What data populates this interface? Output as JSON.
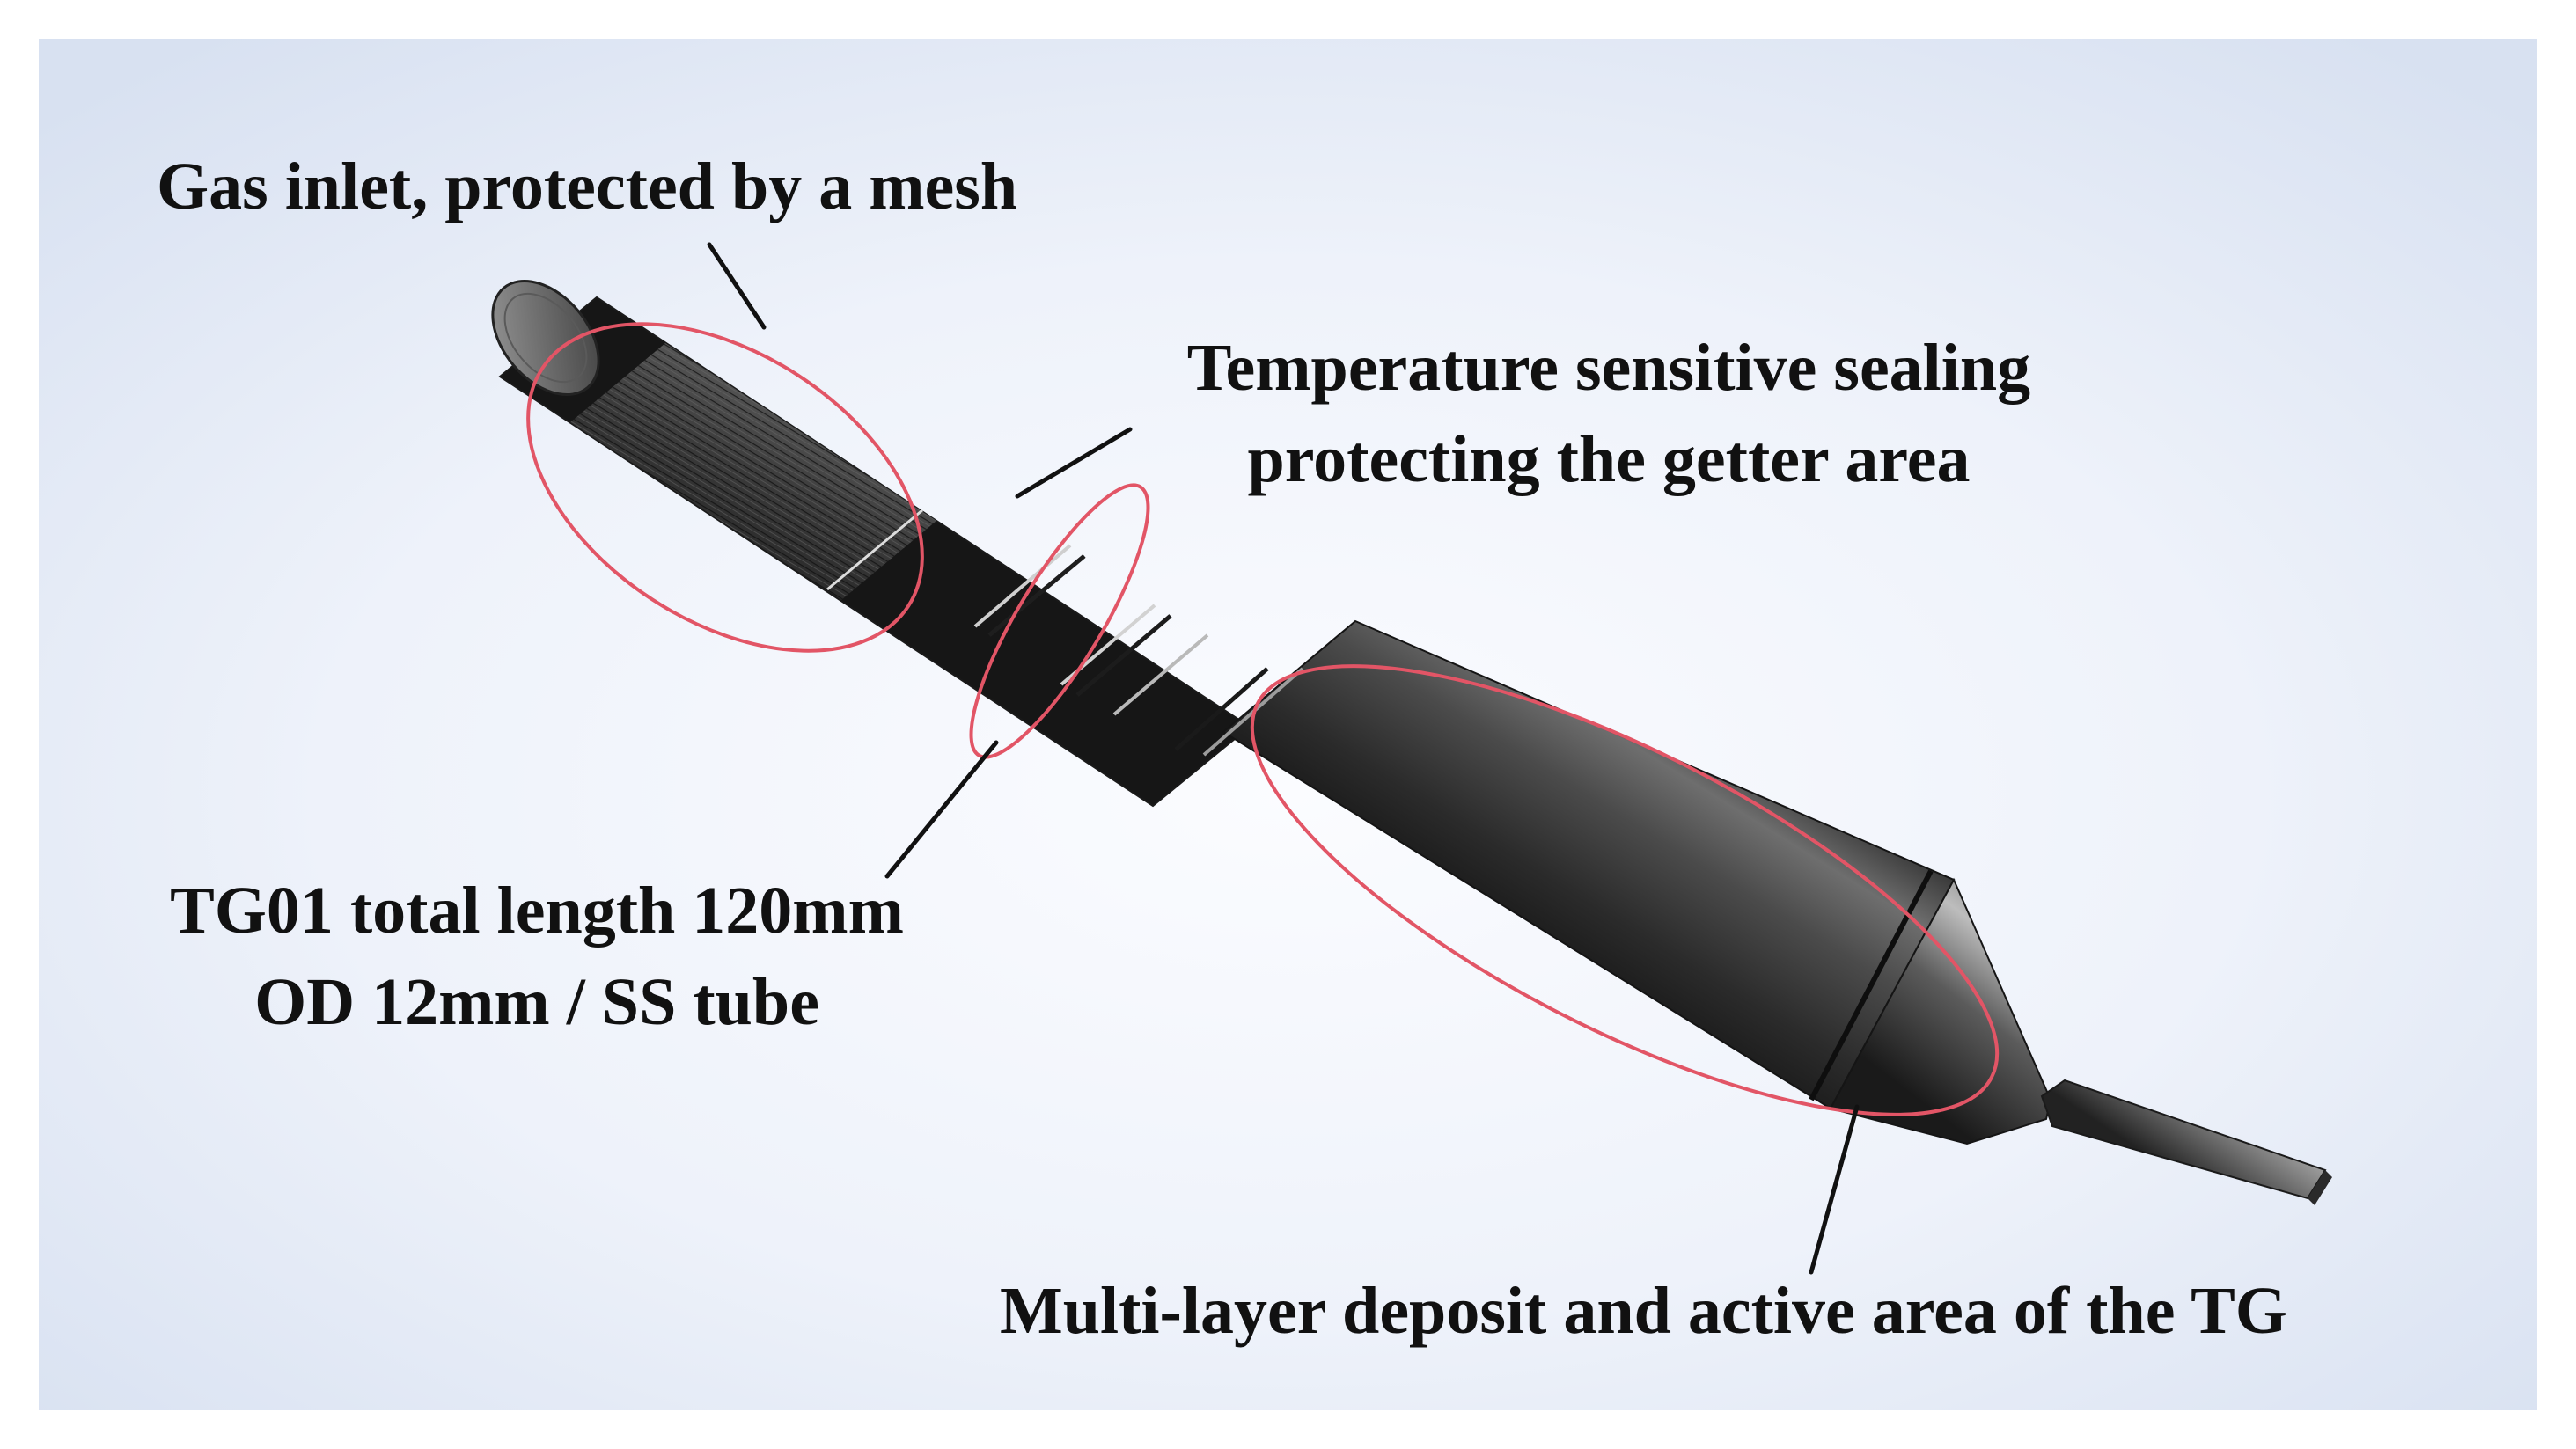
{
  "labels": {
    "gas_inlet": "Gas inlet, protected by a mesh",
    "sealing_line1": "Temperature sensitive sealing",
    "sealing_line2": "protecting the getter area",
    "length_line1": "TG01 total length 120mm",
    "length_line2": "OD 12mm / SS tube",
    "deposit": "Multi-layer deposit and active area of the TG"
  },
  "colors": {
    "panel_background": "#dde5f3",
    "highlight_ellipse": "#e25566",
    "leader_line": "#111111",
    "tube_body": "#3a3a3a"
  }
}
